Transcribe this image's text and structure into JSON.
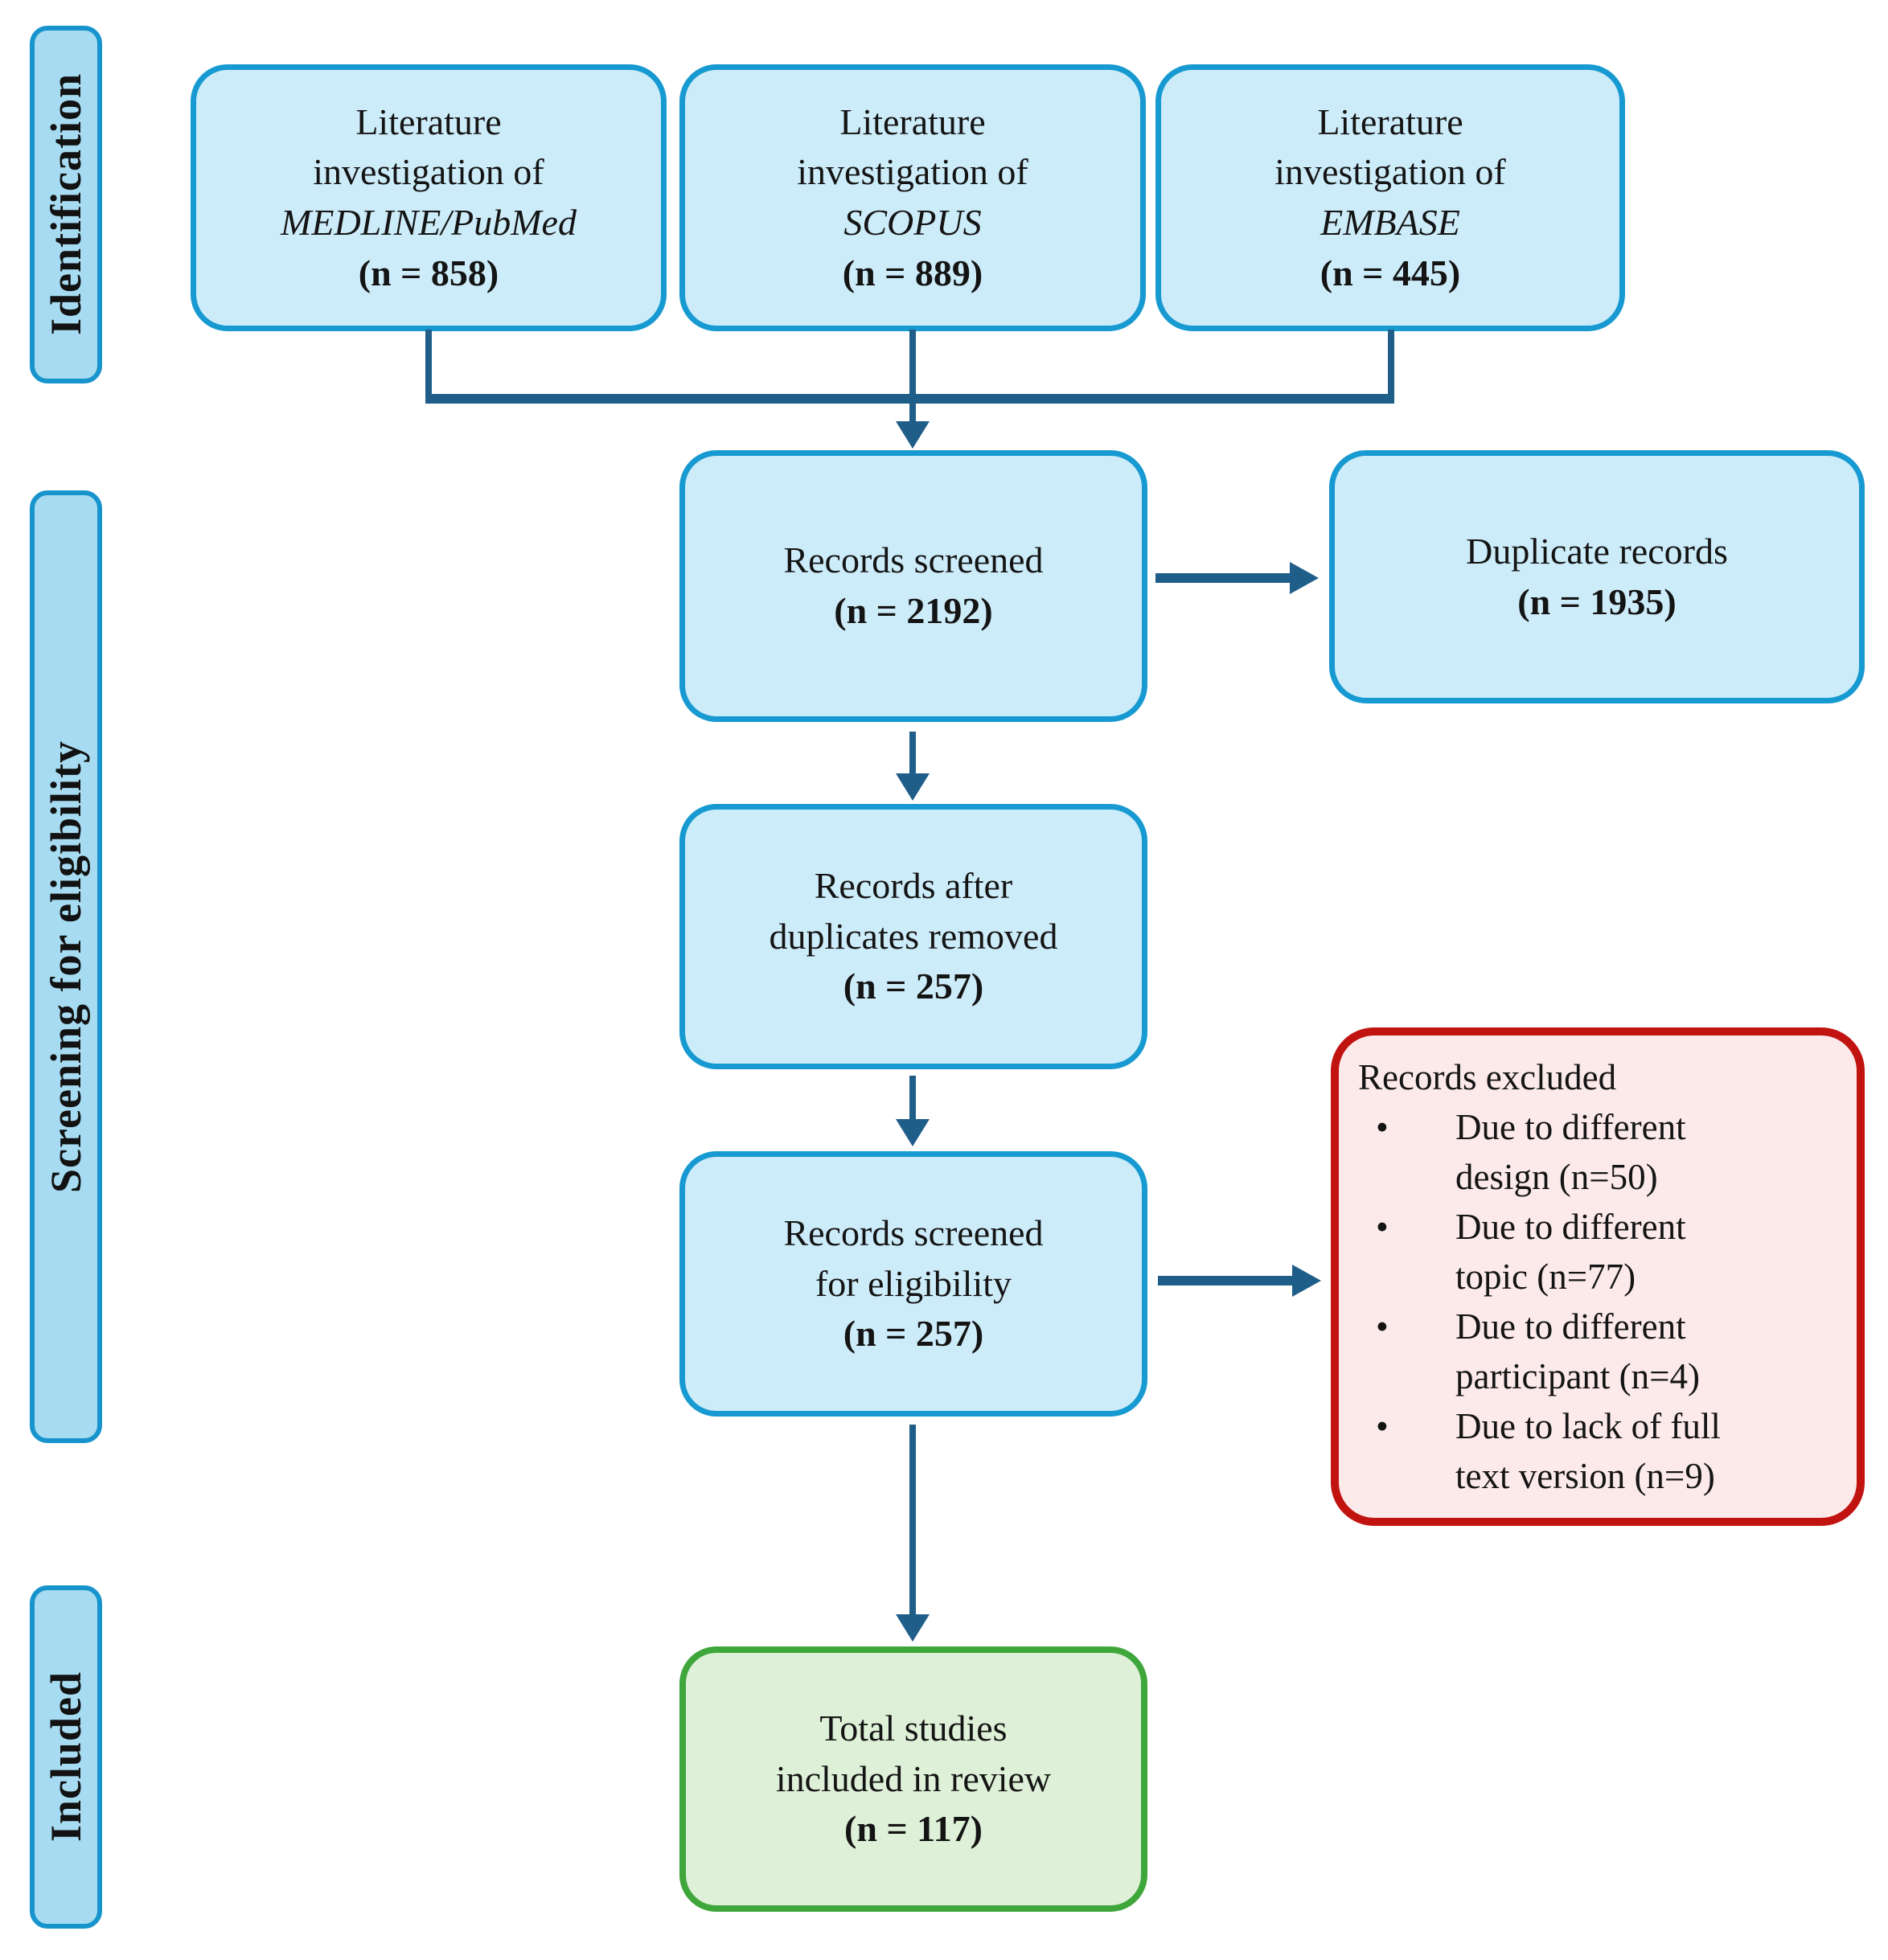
{
  "sidebar": {
    "identification": "Identification",
    "screening": "Screening for eligibility",
    "included": "Included"
  },
  "boxes": {
    "medline": {
      "line1": "Literature",
      "line2": "investigation of",
      "database": "MEDLINE/PubMed",
      "count": "(n = 858)"
    },
    "scopus": {
      "line1": "Literature",
      "line2": "investigation of",
      "database": "SCOPUS",
      "count": "(n = 889)"
    },
    "embase": {
      "line1": "Literature",
      "line2": "investigation of",
      "database": "EMBASE",
      "count": "(n = 445)"
    },
    "records_screened": {
      "title": "Records screened",
      "count": "(n = 2192)"
    },
    "duplicate_records": {
      "title": "Duplicate records",
      "count": "(n = 1935)"
    },
    "records_after_duplicates": {
      "line1": "Records after",
      "line2": "duplicates removed",
      "count": "(n = 257)"
    },
    "records_screened_eligibility": {
      "line1": "Records screened",
      "line2": "for eligibility",
      "count": "(n = 257)"
    },
    "records_excluded": {
      "title": "Records excluded",
      "items": [
        "Due to different\ndesign (n=50)",
        "Due to different\ntopic (n=77)",
        "Due to different\nparticipant (n=4)",
        "Due to lack of full\ntext version (n=9)"
      ]
    },
    "total_included": {
      "line1": "Total studies",
      "line2": "included in review",
      "count": "(n = 117)"
    }
  },
  "colors": {
    "box_fill": "#cdecf9",
    "box_border": "#1799d1",
    "sidebar_fill": "#a6dbf1",
    "sidebar_border": "#1894cd",
    "connector": "#205e8a",
    "excluded_fill": "#fce9e9",
    "excluded_border": "#c11310",
    "included_fill": "#def0d8",
    "included_border": "#3ea63a"
  }
}
